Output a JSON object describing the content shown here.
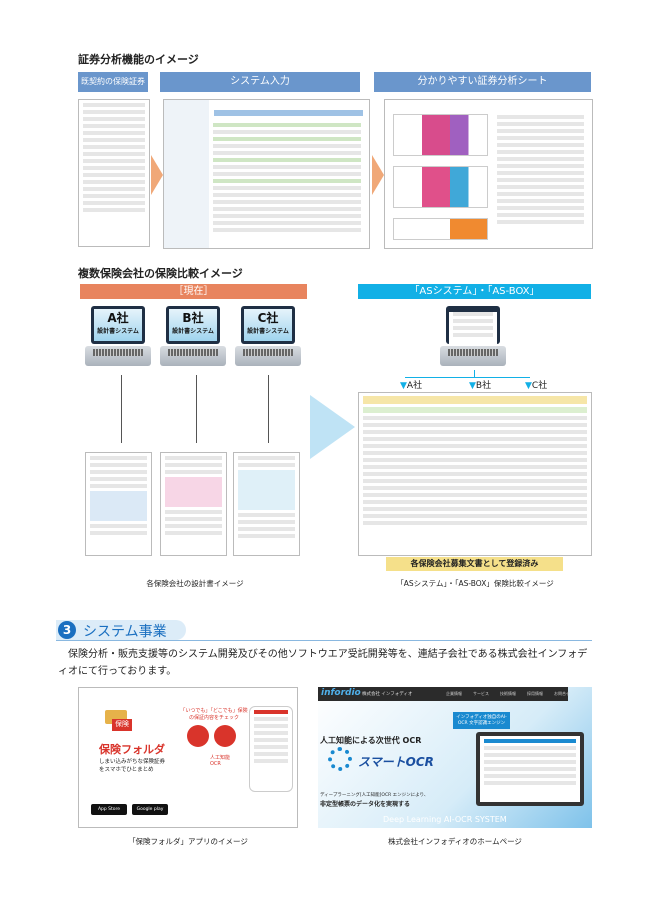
{
  "section1": {
    "title": "証券分析機能のイメージ",
    "bars": [
      "既契約の保険証券",
      "システム入力",
      "分かりやすい証券分析シート"
    ]
  },
  "section2": {
    "title": "複数保険会社の保険比較イメージ",
    "current_label": "［現在］",
    "new_label": "「ASシステム」・「AS-BOX」",
    "laptops": [
      {
        "company": "A社",
        "system": "設計書システム"
      },
      {
        "company": "B社",
        "system": "設計書システム"
      },
      {
        "company": "C社",
        "system": "設計書システム"
      }
    ],
    "branches": [
      "A社",
      "B社",
      "C社"
    ],
    "registered_label": "各保険会社募集文書として登録済み",
    "caption_left": "各保険会社の設計書イメージ",
    "caption_right": "「ASシステム」・「AS-BOX」保険比較イメージ"
  },
  "section3": {
    "number": "3",
    "title": "システム事業",
    "paragraph": "保険分析・販売支援等のシステム開発及びその他ソフトウエア受託開発等を、連結子会社である株式会社インフォディオにて行っております。",
    "app": {
      "name": "保険フォルダ",
      "badge": "保険",
      "tagline": "しまい込みがちな保険証券をスマホでひとまとめ",
      "promo": "「いつでも」「どこでも」保険の保証内容をチェック",
      "ocr": "人工知能OCR",
      "app_store": "App Store",
      "google_play": "Google play",
      "caption": "「保険フォルダ」アプリのイメージ"
    },
    "web": {
      "logo": "infordio",
      "company": "株式会社 インフォディオ",
      "nav": [
        "企業情報",
        "サービス",
        "技術情報",
        "採用情報",
        "お問合せ"
      ],
      "headline": "人工知能による次世代 OCR",
      "product": "スマートOCR",
      "bubble": "インフォディオ独自のAI-OCR 文字認識エンジン",
      "sub1": "ディープラーニング[人工知能]OCR エンジンにより、",
      "sub2": "非定型帳票のデータ化を実現する",
      "footer": "Deep Learning AI-OCR SYSTEM",
      "caption": "株式会社インフォディオのホームページ"
    }
  }
}
